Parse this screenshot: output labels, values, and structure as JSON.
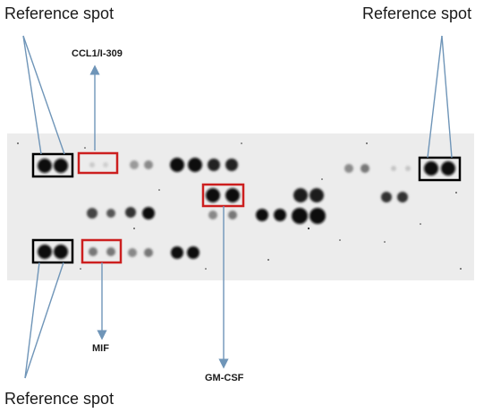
{
  "labels": {
    "ref_top_left": "Reference spot",
    "ref_top_right": "Reference spot",
    "ref_bottom_left": "Reference spot",
    "ccl1": "CCL1/I-309",
    "mif": "MIF",
    "gmcsf": "GM-CSF"
  },
  "colors": {
    "membrane": "#ececec",
    "spot": "#111111",
    "reference_box": "#000000",
    "highlight_box": "#cc1f1f",
    "arrow": "#6f95b8"
  }
}
